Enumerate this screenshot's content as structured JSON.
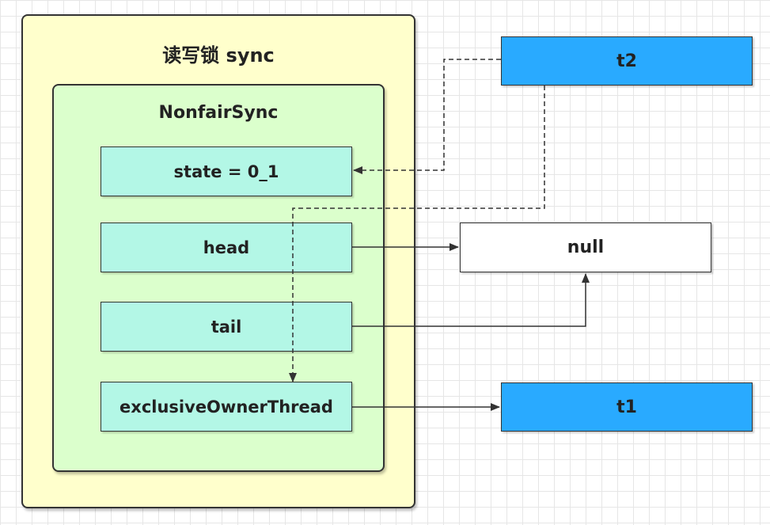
{
  "outer": {
    "title": "读写锁 sync"
  },
  "inner": {
    "title": "NonfairSync"
  },
  "fields": {
    "state": "state = 0_1",
    "head": "head",
    "tail": "tail",
    "owner": "exclusiveOwnerThread"
  },
  "nodes": {
    "null": "null",
    "t1": "t1",
    "t2": "t2"
  },
  "colors": {
    "outer_fill": "#ffffcc",
    "inner_fill": "#dbffcc",
    "field_fill": "#b3f7e6",
    "thread_fill": "#29aaff",
    "edge": "#333333"
  }
}
